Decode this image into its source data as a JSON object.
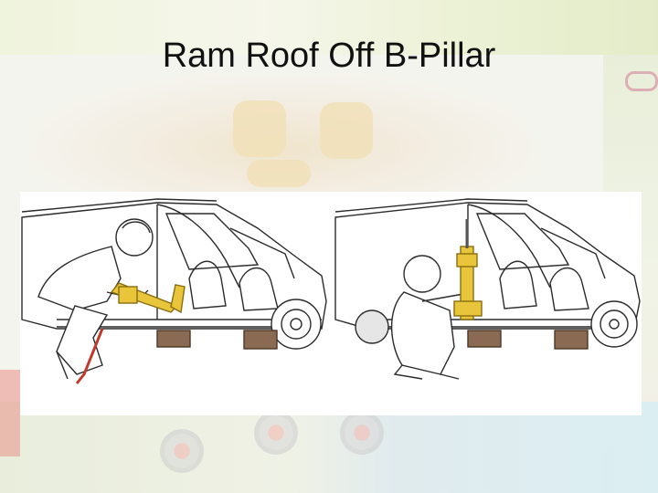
{
  "slide": {
    "title": "Ram Roof Off B-Pillar"
  },
  "illustration": {
    "panels": [
      {
        "icon": "car-side-interior-illustration"
      },
      {
        "icon": "car-side-interior-illustration"
      }
    ],
    "colors": {
      "ram_tool": "#e8c53a",
      "ram_outline": "#8a6d10",
      "crib": "#8a6a52",
      "hose": "#c0392b",
      "line": "#2b2b2b"
    }
  }
}
